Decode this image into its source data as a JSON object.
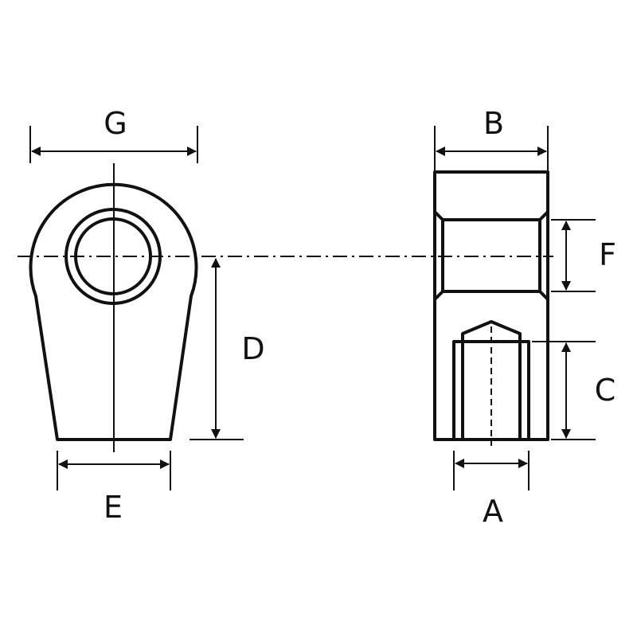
{
  "labels": {
    "g": "G",
    "b": "B",
    "f": "F",
    "d": "D",
    "c": "C",
    "e": "E",
    "a": "A"
  },
  "colors": {
    "ink": "#111111",
    "background": "#ffffff"
  }
}
